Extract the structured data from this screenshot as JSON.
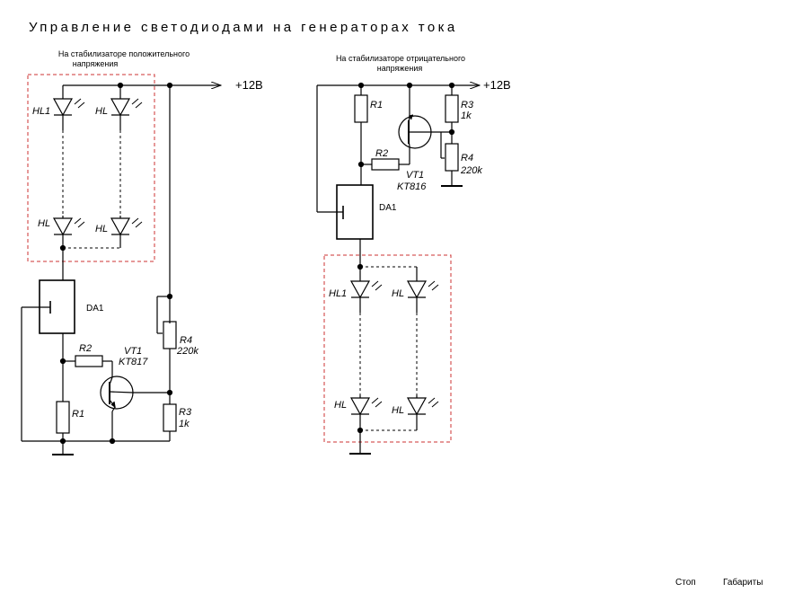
{
  "title": "Управление светодиодами на генераторах тока",
  "left_circuit": {
    "caption": [
      "На стабилизаторе положительного",
      "напряжения"
    ],
    "supply": "+12В",
    "leds": [
      "HL1",
      "HL",
      "HL",
      "HL"
    ],
    "ic": "DA1",
    "r1": "R1",
    "r2": "R2",
    "r3": "R3",
    "r3_value": "1k",
    "r4": "R4",
    "r4_value": "220k",
    "transistor": "VT1",
    "transistor_model": "KT817"
  },
  "right_circuit": {
    "caption": [
      "На стабилизаторе отрицательного",
      "напряжения"
    ],
    "supply": "+12В",
    "leds": [
      "HL1",
      "HL",
      "HL",
      "HL"
    ],
    "ic": "DA1",
    "r1": "R1",
    "r2": "R2",
    "r3": "R3",
    "r3_value": "1k",
    "r4": "R4",
    "r4_value": "220k",
    "transistor": "VT1",
    "transistor_model": "KT816"
  },
  "controls": {
    "stop": "Стоп",
    "dimensions": "Габариты"
  }
}
